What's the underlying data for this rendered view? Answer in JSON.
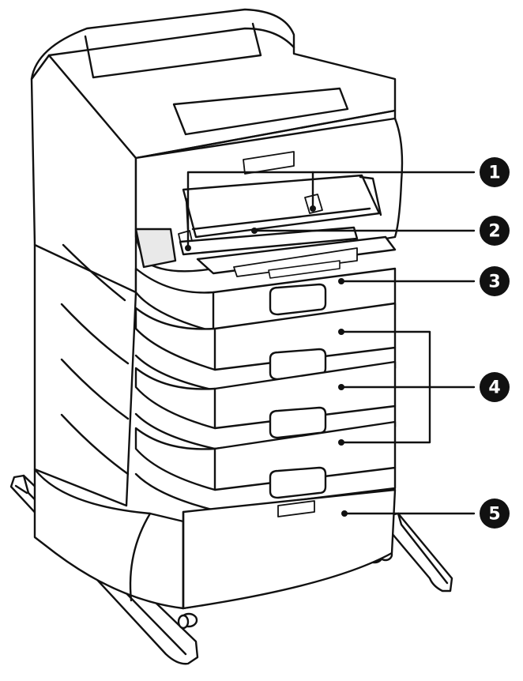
{
  "figure": {
    "subject": "printer-with-optional-paper-cassettes-and-stand",
    "colors": {
      "outline": "#111111",
      "body_fill": "#ffffff",
      "callout_fill": "#111111",
      "callout_text": "#ffffff",
      "detail_gray": "#444444"
    }
  },
  "callouts": [
    {
      "id": "c1",
      "number": "1"
    },
    {
      "id": "c2",
      "number": "2"
    },
    {
      "id": "c3",
      "number": "3"
    },
    {
      "id": "c4",
      "number": "4"
    },
    {
      "id": "c5",
      "number": "5"
    }
  ]
}
